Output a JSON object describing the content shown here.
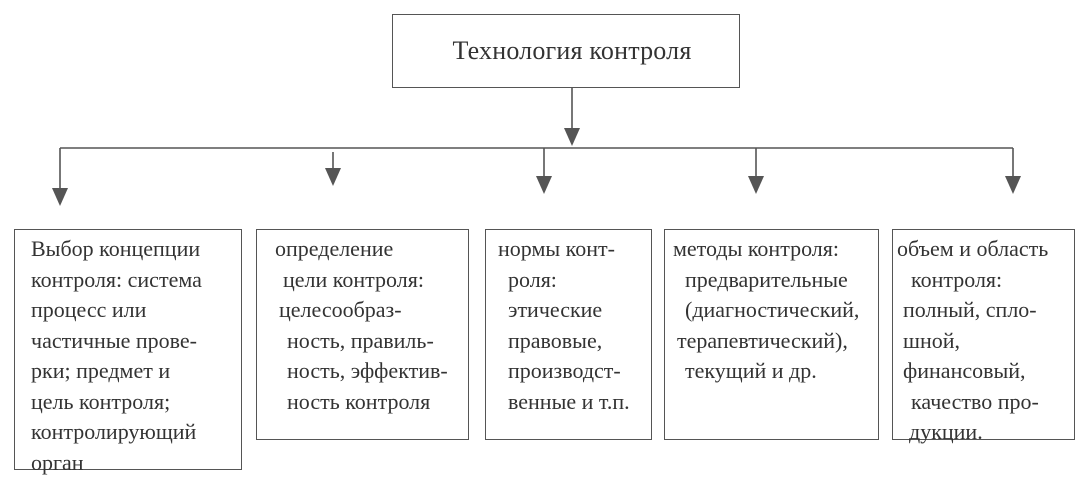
{
  "title": "Технология контроля",
  "boxes": [
    {
      "lines": [
        "Выбор концепции",
        "контроля: система",
        "процесс или",
        "частичные прове-",
        "рки; предмет и",
        "цель контроля;",
        "контролирующий",
        "орган"
      ],
      "indents": [
        16,
        16,
        16,
        16,
        16,
        16,
        16,
        16
      ]
    },
    {
      "lines": [
        "определение",
        "цели контроля:",
        "целесообраз-",
        "ность, правиль-",
        "ность, эффектив-",
        "ность контроля"
      ],
      "indents": [
        18,
        26,
        22,
        30,
        30,
        30
      ]
    },
    {
      "lines": [
        "нормы конт-",
        "роля:",
        "этические",
        "правовые,",
        "производст-",
        "венные и т.п."
      ],
      "indents": [
        12,
        22,
        22,
        22,
        22,
        22
      ]
    },
    {
      "lines": [
        "методы контроля:",
        "предварительные",
        "(диагностический,",
        "терапевтический),",
        "текущий и др."
      ],
      "indents": [
        8,
        20,
        20,
        12,
        20
      ]
    },
    {
      "lines": [
        "объем и область",
        "контроля:",
        "полный, спло-",
        "шной,",
        "финансовый,",
        "качество про-",
        "дукции."
      ],
      "indents": [
        4,
        18,
        10,
        10,
        10,
        18,
        16
      ]
    }
  ]
}
